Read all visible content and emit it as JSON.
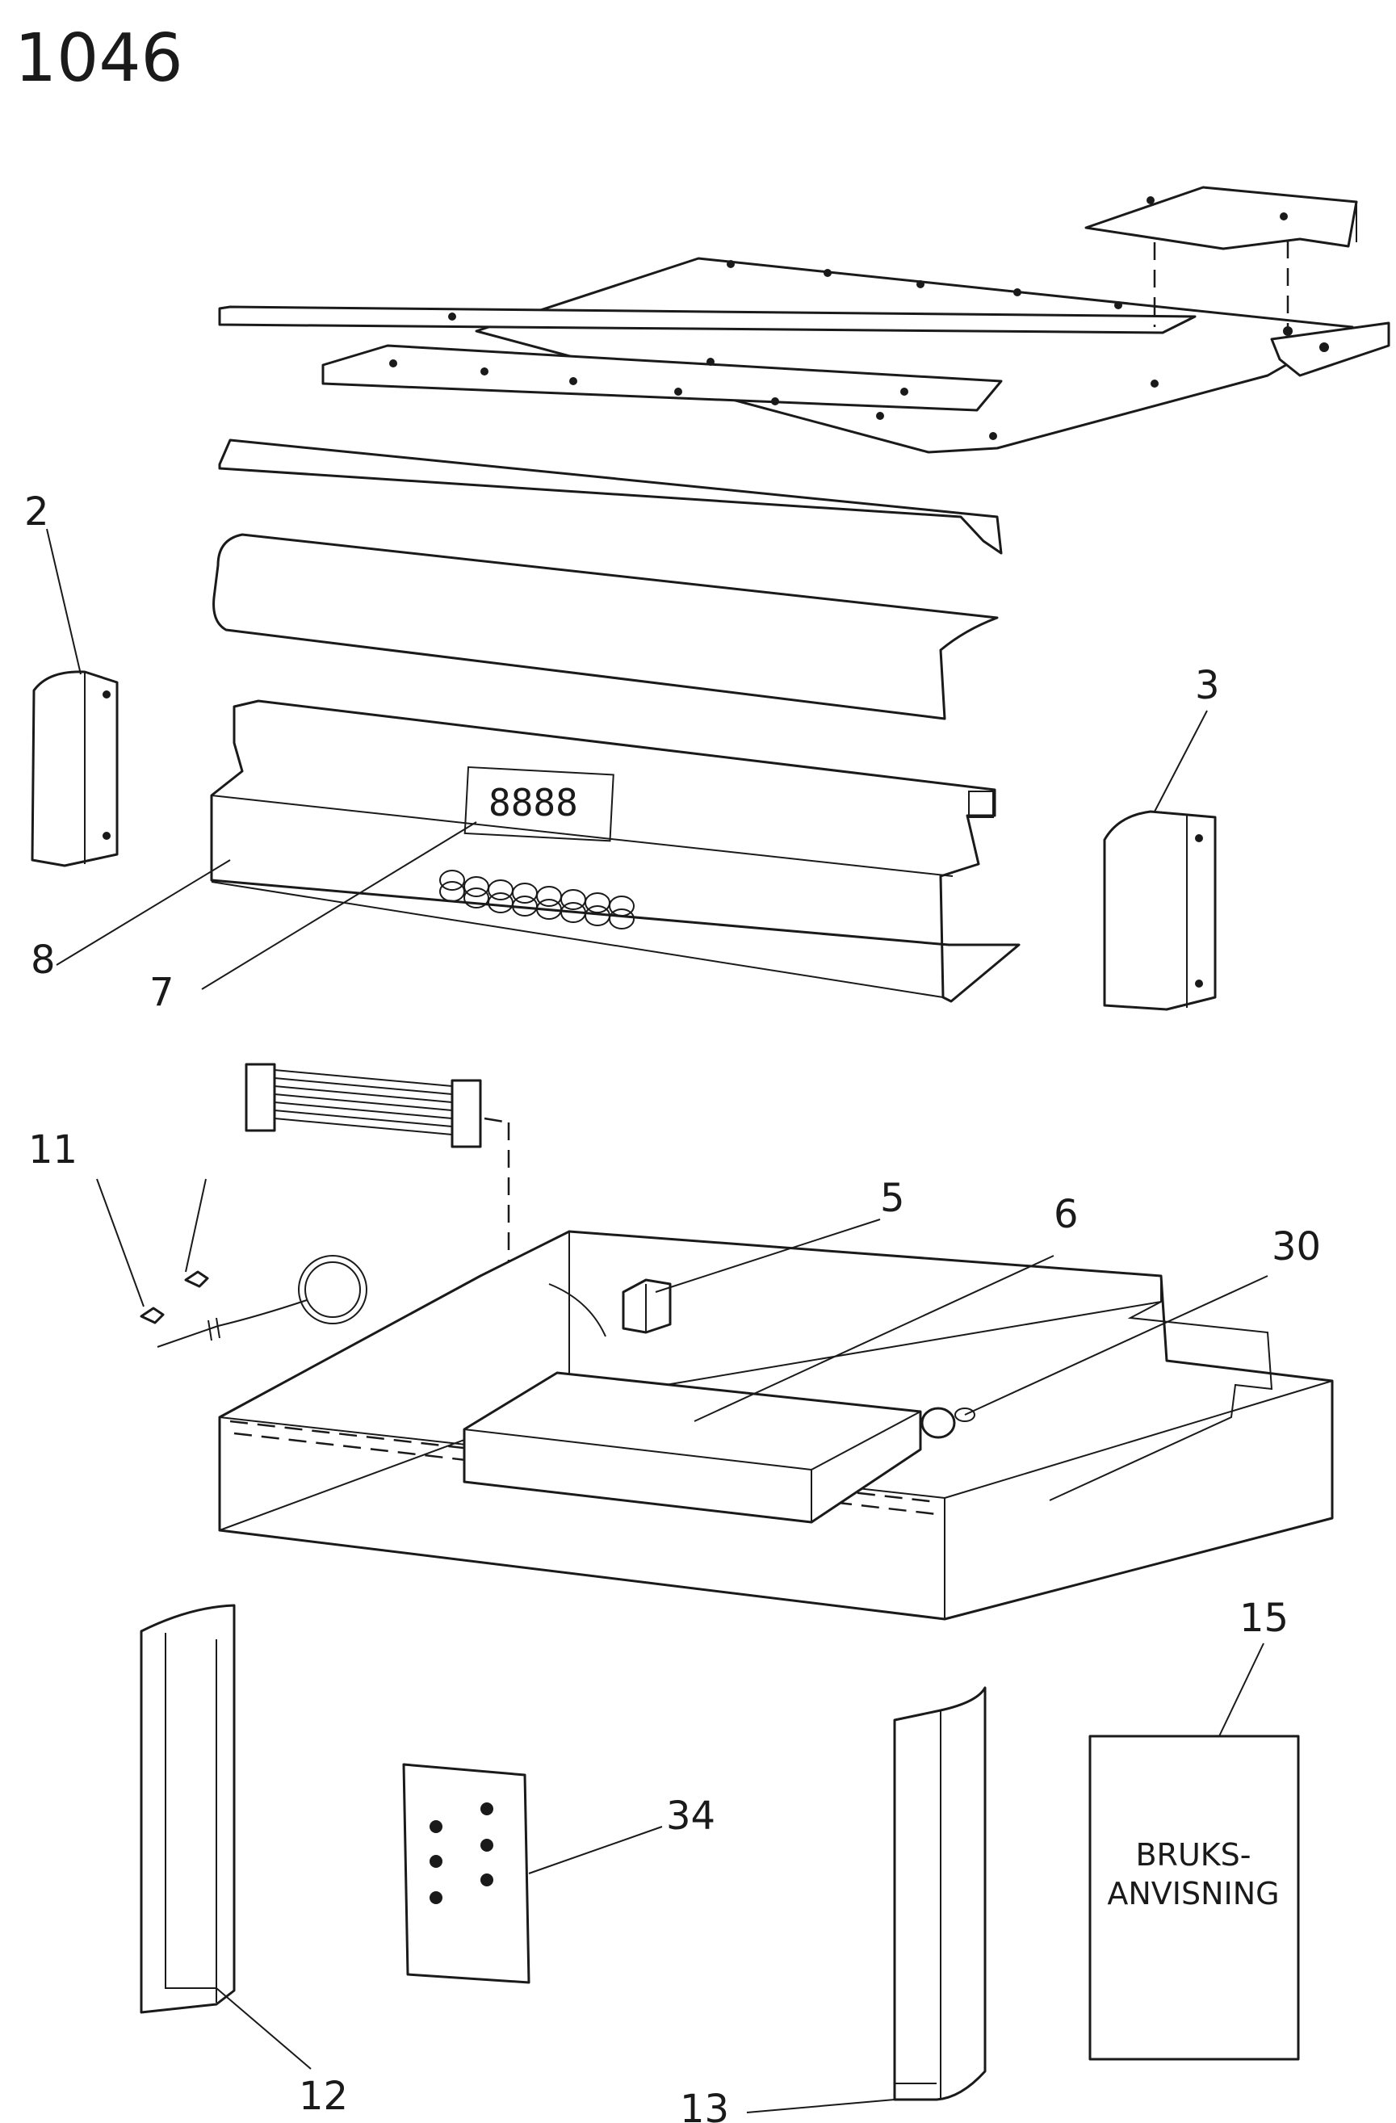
{
  "title": "1046",
  "display_digits": "8888",
  "booklet": {
    "line1": "BRUKS-",
    "line2": "ANVISNING"
  },
  "callouts": [
    {
      "id": "2",
      "label": "2"
    },
    {
      "id": "3",
      "label": "3"
    },
    {
      "id": "5",
      "label": "5"
    },
    {
      "id": "6",
      "label": "6"
    },
    {
      "id": "7",
      "label": "7"
    },
    {
      "id": "8",
      "label": "8"
    },
    {
      "id": "11",
      "label": "11"
    },
    {
      "id": "12",
      "label": "12"
    },
    {
      "id": "13",
      "label": "13"
    },
    {
      "id": "15",
      "label": "15"
    },
    {
      "id": "30",
      "label": "30"
    },
    {
      "id": "34",
      "label": "34"
    }
  ]
}
